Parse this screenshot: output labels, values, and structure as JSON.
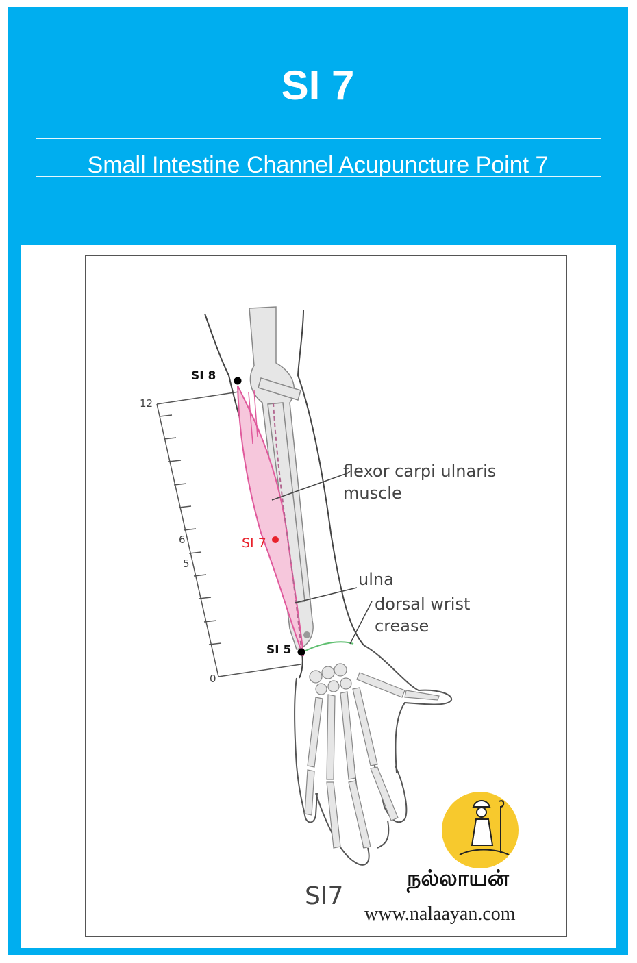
{
  "header": {
    "title": "SI 7",
    "subtitle": "Small Intestine Channel Acupuncture Point 7"
  },
  "figure": {
    "scale_labels": [
      "12",
      "6",
      "5",
      "0"
    ],
    "points": {
      "si8": "SI 8",
      "si7": "SI 7",
      "si5": "SI 5"
    },
    "labels": {
      "flexor_line1": "flexor carpi ulnaris",
      "flexor_line2": "muscle",
      "ulna": "ulna",
      "crease_line1": "dorsal wrist",
      "crease_line2": "crease"
    },
    "caption": "SI7"
  },
  "brand": {
    "name_tamil": "நல்லாயன்",
    "url": "www.nalaayan.com"
  },
  "colors": {
    "background": "#00aeef",
    "point_highlight": "#e8212b",
    "muscle": "#e05a9c",
    "logo_circle": "#f7c92d"
  }
}
